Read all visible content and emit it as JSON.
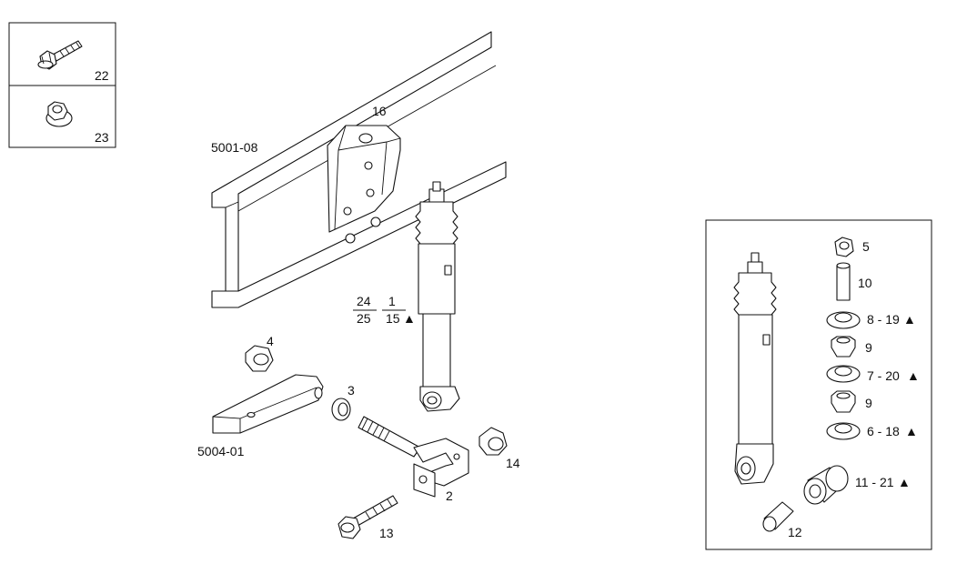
{
  "inset_box": {
    "items": [
      {
        "number": "22",
        "icon": "flange-bolt-icon"
      },
      {
        "number": "23",
        "icon": "flange-nut-icon"
      }
    ]
  },
  "labels": {
    "frame_ref": "5001-08",
    "plate_ref": "5004-01",
    "bracket_upper": "16",
    "nut_4": "4",
    "washer_3": "3",
    "pin_2": "2",
    "bolt_13": "13",
    "nut_14": "14"
  },
  "shock_alternatives": {
    "top_left": "24",
    "bottom_left": "25",
    "top_right": "1",
    "bottom_right": "15",
    "marker": "▲"
  },
  "detail_box": {
    "items": [
      {
        "label": "5"
      },
      {
        "label": "10"
      },
      {
        "label": "8 - 19",
        "marker": "▲"
      },
      {
        "label": "9"
      },
      {
        "label": "7 - 20",
        "marker": "▲"
      },
      {
        "label": "9"
      },
      {
        "label": "6 - 18",
        "marker": "▲"
      },
      {
        "label": "11 - 21",
        "marker": "▲"
      },
      {
        "label": "12"
      }
    ]
  }
}
